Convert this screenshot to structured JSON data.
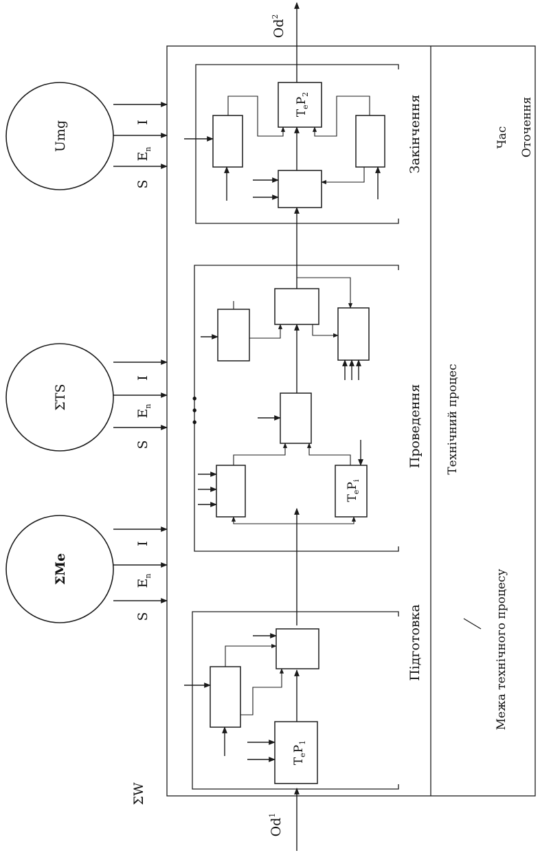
{
  "environment": {
    "time_label": "Час",
    "environment_label": "Оточення",
    "boundary_label": "Межа технічного процесу",
    "process_label": "Технічний процес",
    "input_label": "ΣW"
  },
  "flow": {
    "input": {
      "base": "Od",
      "sup": "1"
    },
    "output": {
      "base": "Od",
      "sup": "2"
    }
  },
  "operators": [
    {
      "label": "ΣMe",
      "inputs": [
        "S",
        "E",
        "I"
      ],
      "e_sub": "n"
    },
    {
      "label": "ΣTS",
      "inputs": [
        "S",
        "E",
        "I"
      ],
      "e_sub": "n"
    },
    {
      "label": "Umg",
      "inputs": [
        "S",
        "E",
        "I"
      ],
      "e_sub": "n"
    }
  ],
  "stages": [
    {
      "label": "Підготовка",
      "block": {
        "t": "T",
        "t_sub": "e",
        "p": "P",
        "p_sub": "1"
      }
    },
    {
      "label": "Проведення",
      "block": {
        "t": "T",
        "t_sub": "e",
        "p": "P",
        "p_sub": "i"
      }
    },
    {
      "label": "Закінчення",
      "block": {
        "t": "T",
        "t_sub": "e",
        "p": "P",
        "p_sub": "2"
      }
    }
  ],
  "continuation_mark": "• • •"
}
